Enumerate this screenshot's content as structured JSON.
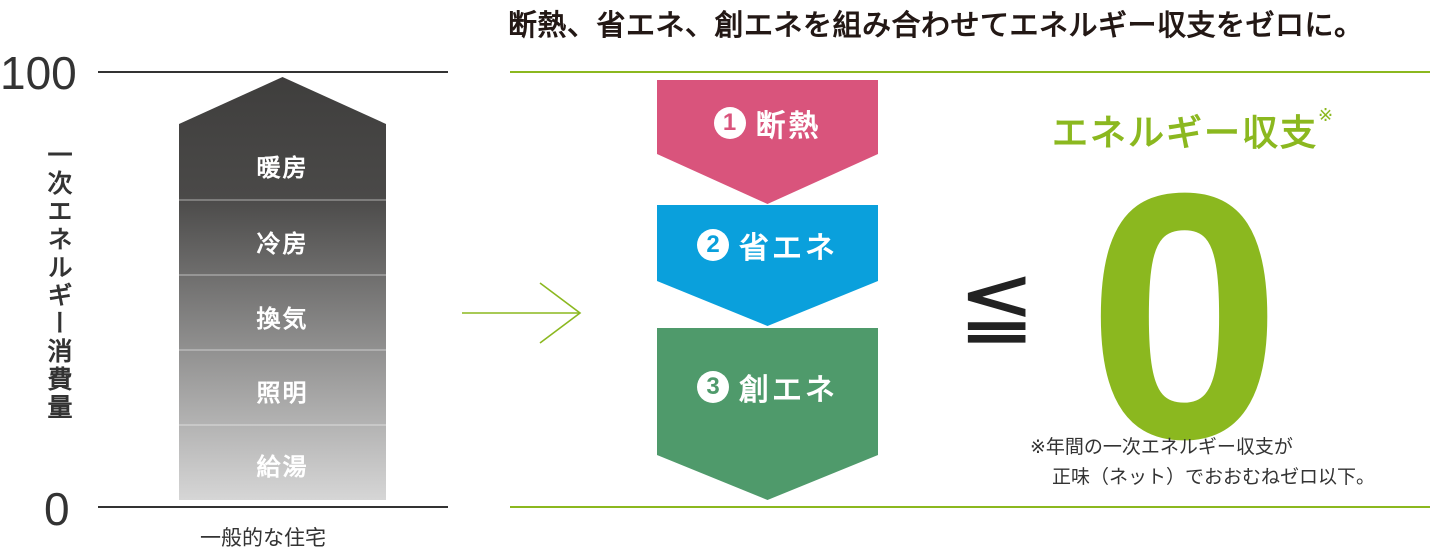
{
  "headline": "断熱、省エネ、創エネを組み合わせてエネルギー収支をゼロに。",
  "left_chart": {
    "scale_max": "100",
    "scale_min": "0",
    "axis_label": "一次エネルギー消費量",
    "layers": [
      "暖房",
      "冷房",
      "換気",
      "照明",
      "給湯"
    ],
    "caption": "一般的な住宅"
  },
  "steps": [
    {
      "number": "1",
      "label": "断熱",
      "color": "#d9547c"
    },
    {
      "number": "2",
      "label": "省エネ",
      "color": "#0aa0dc"
    },
    {
      "number": "3",
      "label": "創エネ",
      "color": "#4f9a6b"
    }
  ],
  "comparison_symbol": "≦",
  "result": {
    "title": "エネルギー収支",
    "title_mark": "※",
    "value": "0",
    "footnote_line1": "※年間の一次エネルギー収支が",
    "footnote_line2": "正味（ネット）でおおむねゼロ以下。"
  },
  "colors": {
    "accent_green": "#8bb81f",
    "stack_top": "#3f3e3d",
    "stack_bottom": "#d6d6d6"
  }
}
